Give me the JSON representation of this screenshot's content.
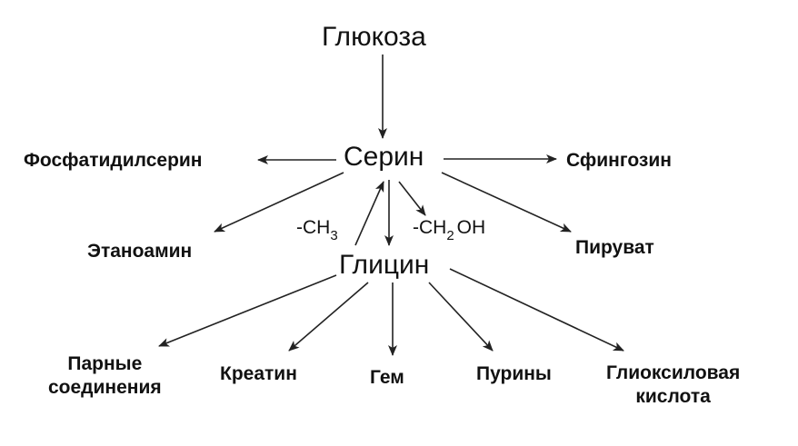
{
  "nodes": {
    "glucose": "Глюкоза",
    "serine": "Серин",
    "glycine": "Глицин",
    "phosphatidylserine": "Фосфатидилсерин",
    "sphingosine": "Сфингозин",
    "ethanolamine": "Этаноамин",
    "pyruvate": "Пируват",
    "paired_compounds_1": "Парные",
    "paired_compounds_2": "соединения",
    "creatine": "Креатин",
    "heme": "Гем",
    "purines": "Пурины",
    "glyoxylic_1": "Глиоксиловая",
    "glyoxylic_2": "кислота"
  },
  "labels": {
    "methyl_prefix": "-CH",
    "methyl_sub": "3",
    "hydroxymethyl_prefix": "-CH",
    "hydroxymethyl_sub": "2",
    "hydroxymethyl_suffix": "OH"
  }
}
